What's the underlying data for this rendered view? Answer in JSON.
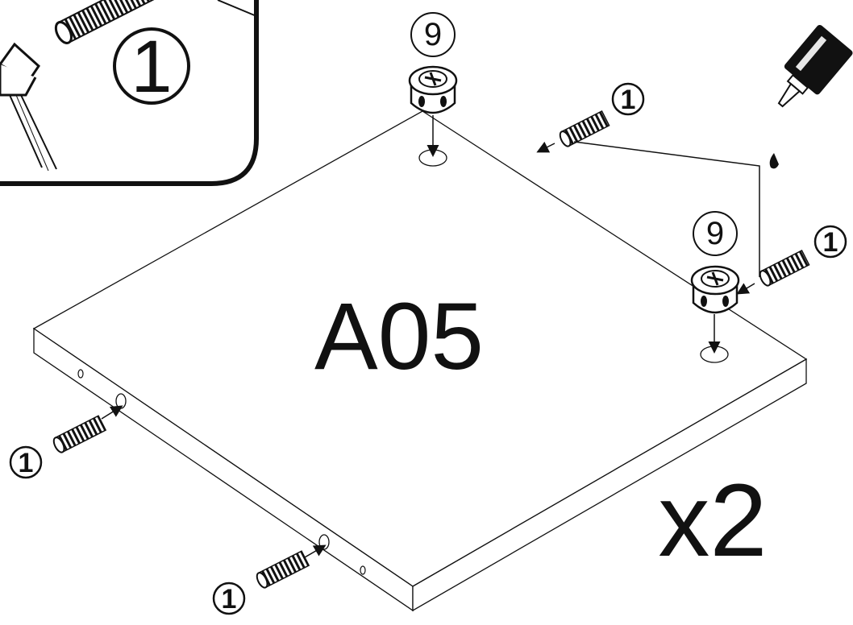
{
  "panel": {
    "label": "A05",
    "quantity": "x2"
  },
  "inset": {
    "part_number": "1"
  },
  "parts": {
    "dowel": "1",
    "cam_lock": "9"
  },
  "callouts": [
    {
      "part": "9"
    },
    {
      "part": "9"
    },
    {
      "part": "1"
    },
    {
      "part": "1"
    },
    {
      "part": "1"
    },
    {
      "part": "1"
    }
  ],
  "icons": [
    "hammer-icon",
    "glue-bottle-icon",
    "dowel-icon",
    "cam-lock-icon"
  ],
  "colors": {
    "ink": "#111111",
    "paper": "#ffffff"
  }
}
